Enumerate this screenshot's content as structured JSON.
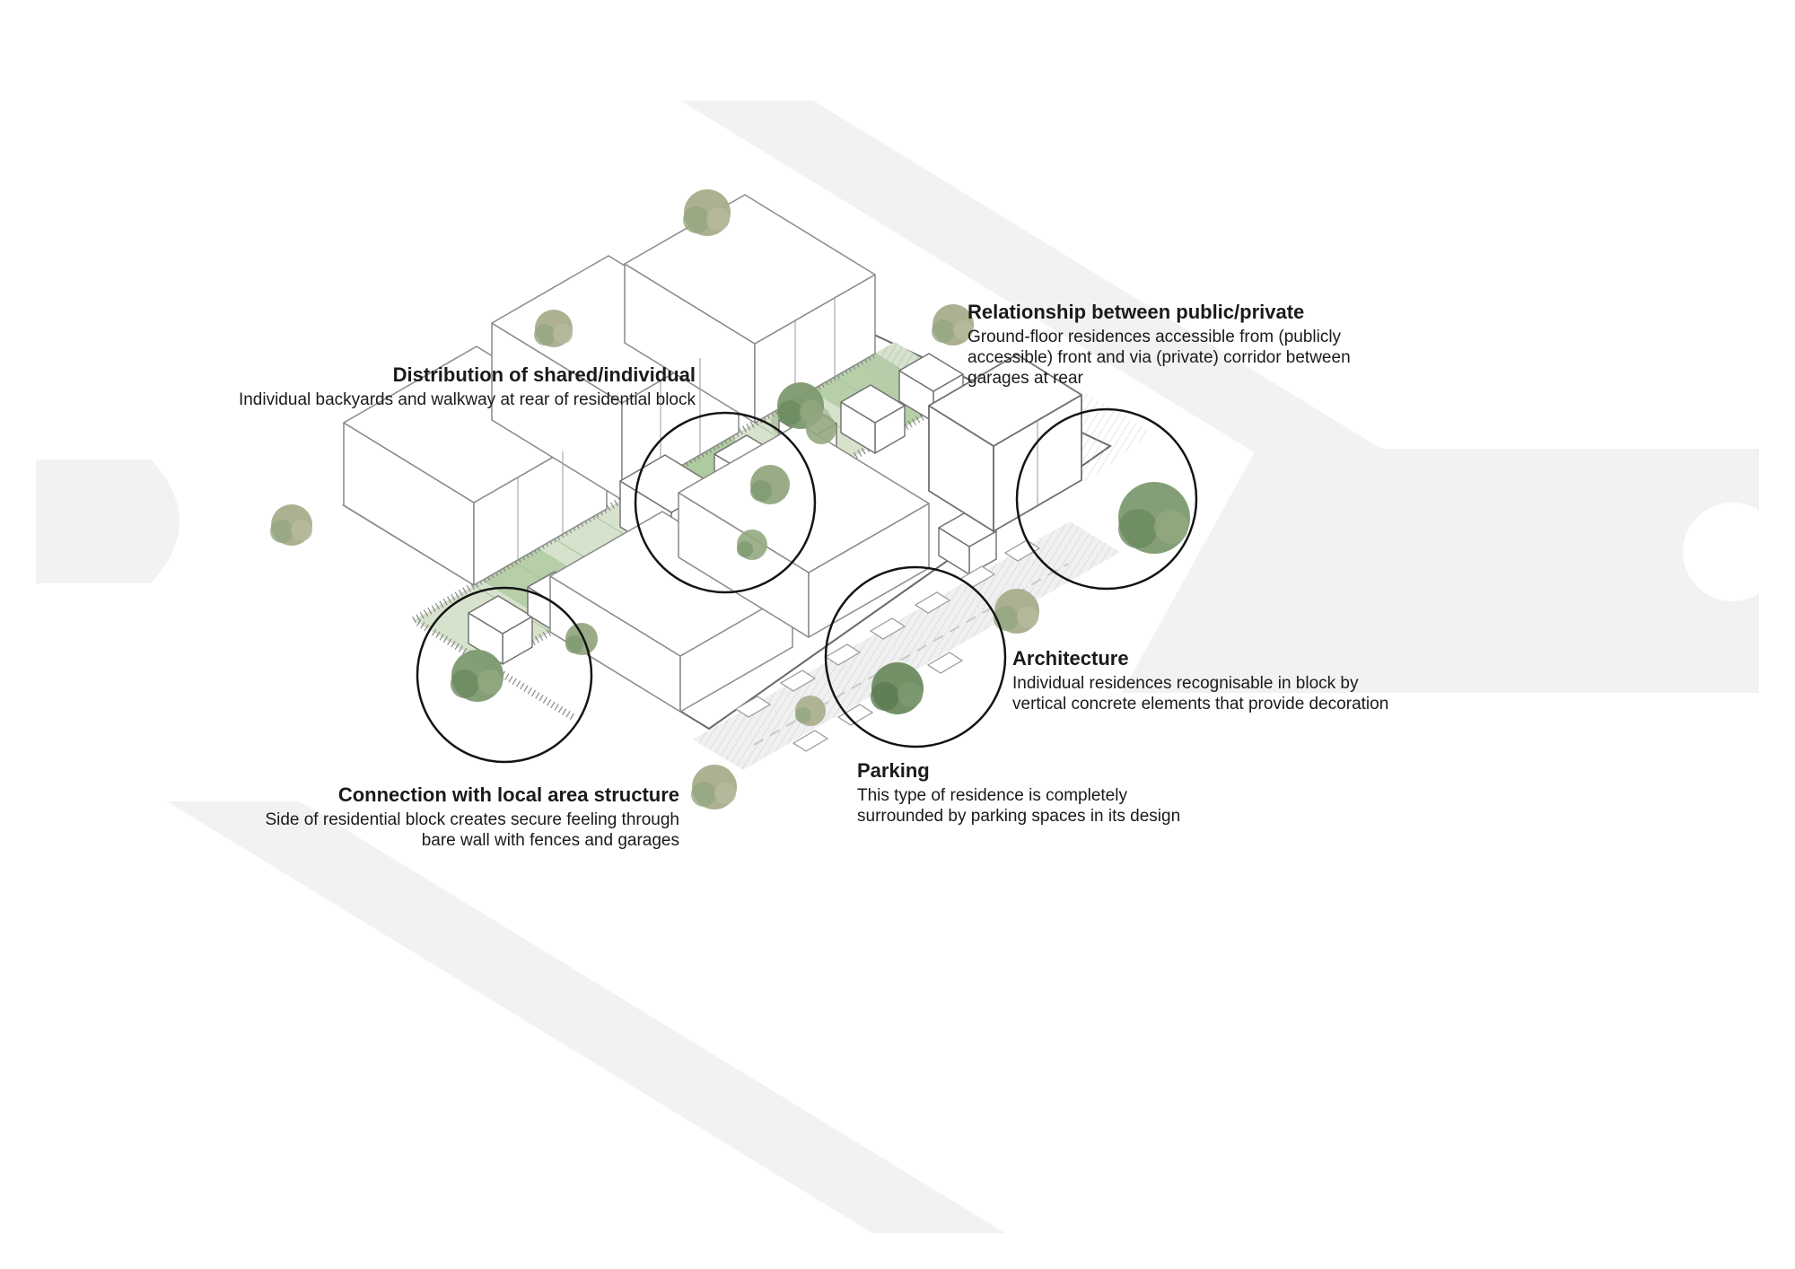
{
  "figure": {
    "type": "axonometric-site-diagram",
    "subject": "Residential block design principles"
  },
  "colors": {
    "background": "#ffffff",
    "road": "#f2f2f2",
    "block_outline": "#6a6a6a",
    "building_fill": "#ffffff",
    "building_stroke": "#8a8a8a",
    "green_light": "#d6e2cc",
    "green_mid": "#b7cfa9",
    "green_dark": "#8fae84",
    "tree_green": "#7d9a70",
    "tree_olive": "#a9ad8b",
    "highlight_circle": "#141414",
    "text": "#1a1a1a"
  },
  "annotations": [
    {
      "id": "shared-individual",
      "title": "Distribution of shared/individual",
      "body": "Individual backyards and walkway at rear of residential block"
    },
    {
      "id": "public-private",
      "title": "Relationship between public/private",
      "body": "Ground-floor residences accessible from (publicly accessible) front and via (private) corridor between garages at rear"
    },
    {
      "id": "architecture",
      "title": "Architecture",
      "body": "Individual residences recognisable in block by vertical concrete elements that provide decoration"
    },
    {
      "id": "parking",
      "title": "Parking",
      "body": "This type of residence is completely surrounded by parking spaces in its design"
    },
    {
      "id": "local-area",
      "title": "Connection with local area structure",
      "body": "Side of residential block creates secure feeling through bare wall with fences and garages"
    }
  ]
}
